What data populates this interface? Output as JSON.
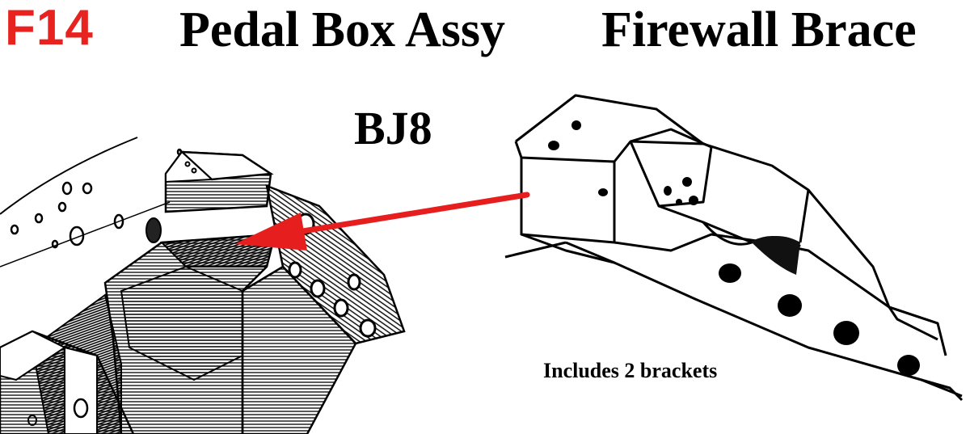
{
  "header": {
    "part_code": "F14",
    "title_left": "Pedal Box Assy",
    "title_right": "Firewall Brace"
  },
  "model_label": "BJ8",
  "caption": "Includes 2 brackets",
  "colors": {
    "part_code": "#e8231f",
    "arrow": "#e61e1e",
    "ink": "#000000",
    "paper": "#ffffff"
  },
  "icons": {
    "pedal_box_drawing": "pedal-box-illustration",
    "brace_drawing": "firewall-brace-illustration",
    "pointer": "red-arrow"
  }
}
